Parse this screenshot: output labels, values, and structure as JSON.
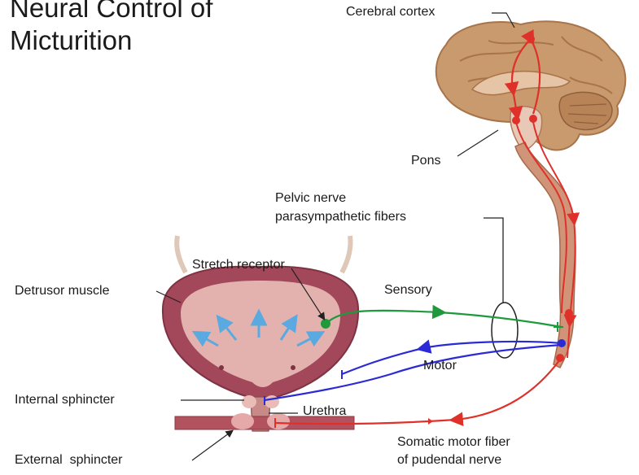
{
  "title": {
    "line1": "Neural Control of",
    "line2": "Micturition"
  },
  "labels": {
    "cerebral_cortex": "Cerebral cortex",
    "pons": "Pons",
    "pelvic_nerve_1": "Pelvic nerve",
    "pelvic_nerve_2": "parasympathetic fibers",
    "stretch_receptor": "Stretch receptor",
    "detrusor_muscle": "Detrusor muscle",
    "sensory": "Sensory",
    "motor": "Motor",
    "internal_sphincter": "Internal sphincter",
    "urethra": "Urethra",
    "external_sphincter": "External  sphincter",
    "somatic_1": "Somatic motor fiber",
    "somatic_2": "of pudendal nerve"
  },
  "colors": {
    "brain": "#c99a6e",
    "brain_dark": "#a8744a",
    "spinal_cord": "#c98a68",
    "bladder_outer": "#a2485a",
    "bladder_inner": "#e3b2ae",
    "somatic_path": "#e0302a",
    "sensory_path": "#1e9a3c",
    "motor_path": "#2a2ad6",
    "stretch_arrows": "#5aa9e0"
  }
}
